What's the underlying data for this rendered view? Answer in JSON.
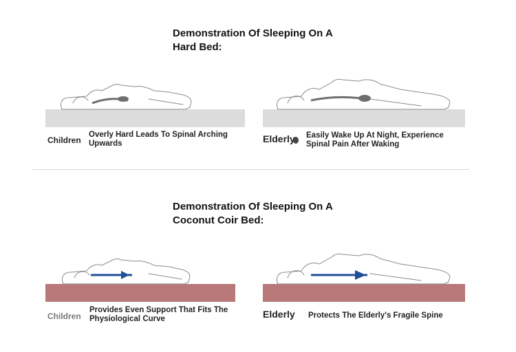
{
  "section_hard": {
    "title": "Demonstration Of Sleeping On A Hard Bed:",
    "children": {
      "label": "Children",
      "description": "Overly Hard Leads To Spinal Arching Upwards"
    },
    "elderly": {
      "label": "Elderly",
      "description": "Easily Wake Up At Night, Experience Spinal Pain After Waking"
    }
  },
  "section_coir": {
    "title": "Demonstration Of Sleeping On A Coconut Coir Bed:",
    "children": {
      "label": "Children",
      "description": "Provides Even Support That Fits The Physiological Curve"
    },
    "elderly": {
      "label": "Elderly",
      "description": "Protects The Elderly's Fragile Spine"
    }
  },
  "colors": {
    "hard_bed": "#dcdcdc",
    "coir_bed": "#b9787a",
    "spine_hard": "#6e6e6e",
    "spine_coir": "#1f4f96"
  }
}
